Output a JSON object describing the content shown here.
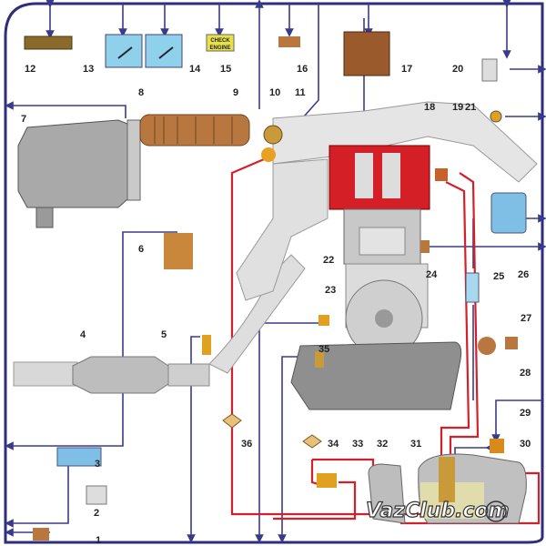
{
  "diagram": {
    "labels": [
      "1",
      "2",
      "3",
      "4",
      "5",
      "6",
      "7",
      "8",
      "9",
      "10",
      "11",
      "12",
      "13",
      "14",
      "15",
      "16",
      "17",
      "18",
      "19",
      "20",
      "21",
      "22",
      "23",
      "24",
      "25",
      "26",
      "27",
      "28",
      "29",
      "30",
      "31",
      "32",
      "33",
      "34",
      "35",
      "36"
    ],
    "check_engine_line1": "CHECK",
    "check_engine_line2": "ENGINE",
    "watermark": "VazClub.com",
    "colors": {
      "signal": "#3a3a8c",
      "fuel": "#d4202a",
      "frame": "#2e2e7a",
      "gauge": "#8fd0ea",
      "copper": "#b87640"
    }
  }
}
